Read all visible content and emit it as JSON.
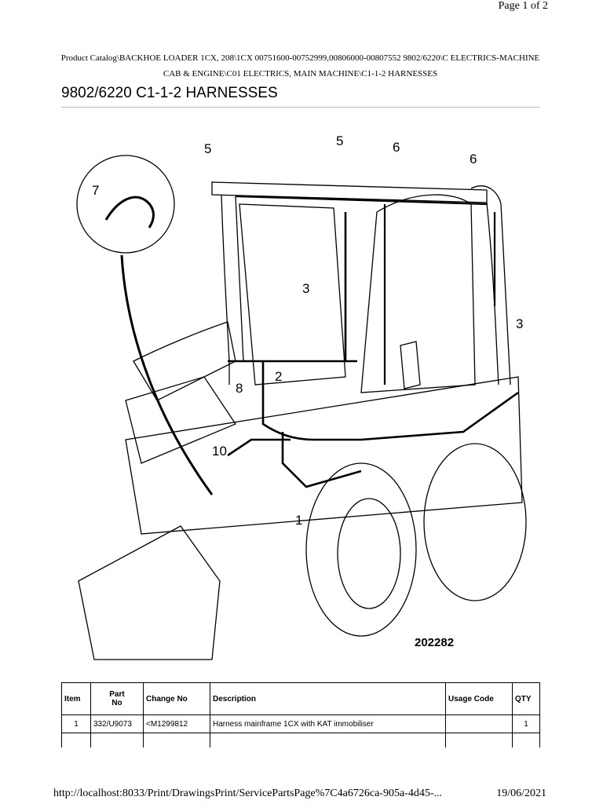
{
  "header": {
    "page_label": "Page 1 of 2",
    "breadcrumb_line1": "Product Catalog\\BACKHOE LOADER 1CX, 208\\1CX 00751600-00752999,00806000-00807552 9802/6220\\C ELECTRICS-MACHINE",
    "breadcrumb_line2": "CAB & ENGINE\\C01 ELECTRICS, MAIN MACHINE\\C1-1-2 HARNESSES",
    "title": "9802/6220 C1-1-2 HARNESSES"
  },
  "diagram": {
    "callouts": [
      "5",
      "5",
      "6",
      "6",
      "7",
      "3",
      "3",
      "2",
      "8",
      "10",
      "1"
    ],
    "drawing_number": "202282"
  },
  "table": {
    "headers": {
      "item": "Item",
      "part_no_1": "Part",
      "part_no_2": "No",
      "change_no": "Change No",
      "description": "Description",
      "usage_code": "Usage Code",
      "qty": "QTY"
    },
    "rows": [
      {
        "item": "1",
        "part_no": "332/U9073",
        "change_no": "<M1299812",
        "description": "Harness mainframe 1CX with KAT immobiliser",
        "usage_code": "",
        "qty": "1"
      }
    ]
  },
  "footer": {
    "url": "http://localhost:8033/Print/DrawingsPrint/ServicePartsPage%7C4a6726ca-905a-4d45-...",
    "date": "19/06/2021"
  }
}
